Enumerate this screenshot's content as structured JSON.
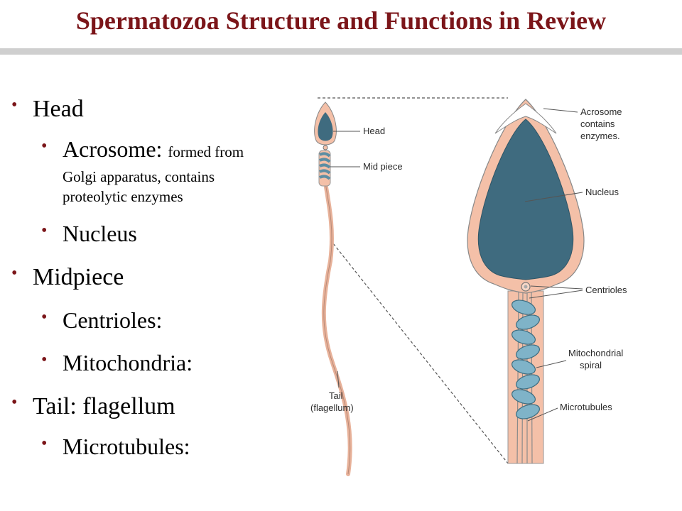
{
  "slide": {
    "title": "Spermatozoa Structure and Functions in Review"
  },
  "bullets": {
    "head": "Head",
    "acrosome_term": "Acrosome:",
    "acrosome_desc_1": "formed from",
    "acrosome_desc_2": "Golgi apparatus, contains",
    "acrosome_desc_3": "proteolytic enzymes",
    "nucleus": "Nucleus",
    "midpiece": "Midpiece",
    "centrioles": "Centrioles:",
    "mitochondria": "Mitochondria:",
    "tail": "Tail: flagellum",
    "microtubules": "Microtubules:"
  },
  "diagram": {
    "left_labels": {
      "head": "Head",
      "mid_piece": "Mid piece",
      "tail_1": "Tail",
      "tail_2": "(flagellum)"
    },
    "right_labels": {
      "acrosome_1": "Acrosome",
      "acrosome_2": "contains",
      "acrosome_3": "enzymes.",
      "nucleus": "Nucleus",
      "centrioles": "Centrioles",
      "mito_1": "Mitochondrial",
      "mito_2": "spiral",
      "microtubules": "Microtubules"
    },
    "colors": {
      "membrane": "#f4c0a8",
      "nucleus": "#3f6b7f",
      "mitochondria": "#7fb3c8",
      "outline": "#3a3a3a"
    }
  }
}
